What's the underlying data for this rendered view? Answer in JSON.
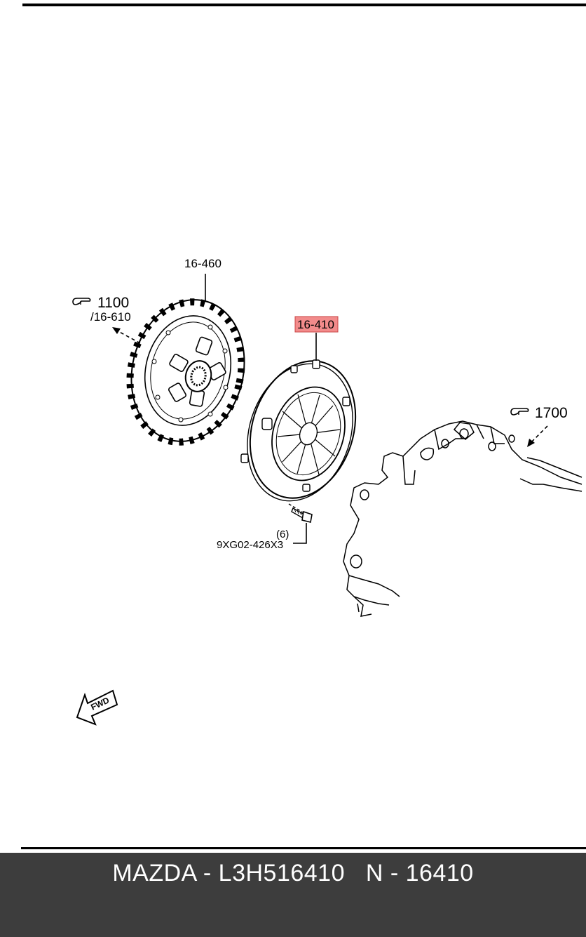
{
  "diagram": {
    "labels": {
      "clutch_disc": "16-460",
      "ref_1100": "1100",
      "ref_16610": "/16-610",
      "clutch_cover": "16-410",
      "ref_1700": "1700",
      "bolt_qty": "(6)",
      "bolt_part": "9XG02-426X3",
      "fwd": "FWD"
    },
    "highlight_color": "#f28b8b"
  },
  "footer": {
    "brand": "MAZDA",
    "sep1": " - ",
    "part_number": "L3H516410",
    "gap": "   ",
    "n_label": "N",
    "sep2": " - ",
    "n_value": "16410"
  }
}
